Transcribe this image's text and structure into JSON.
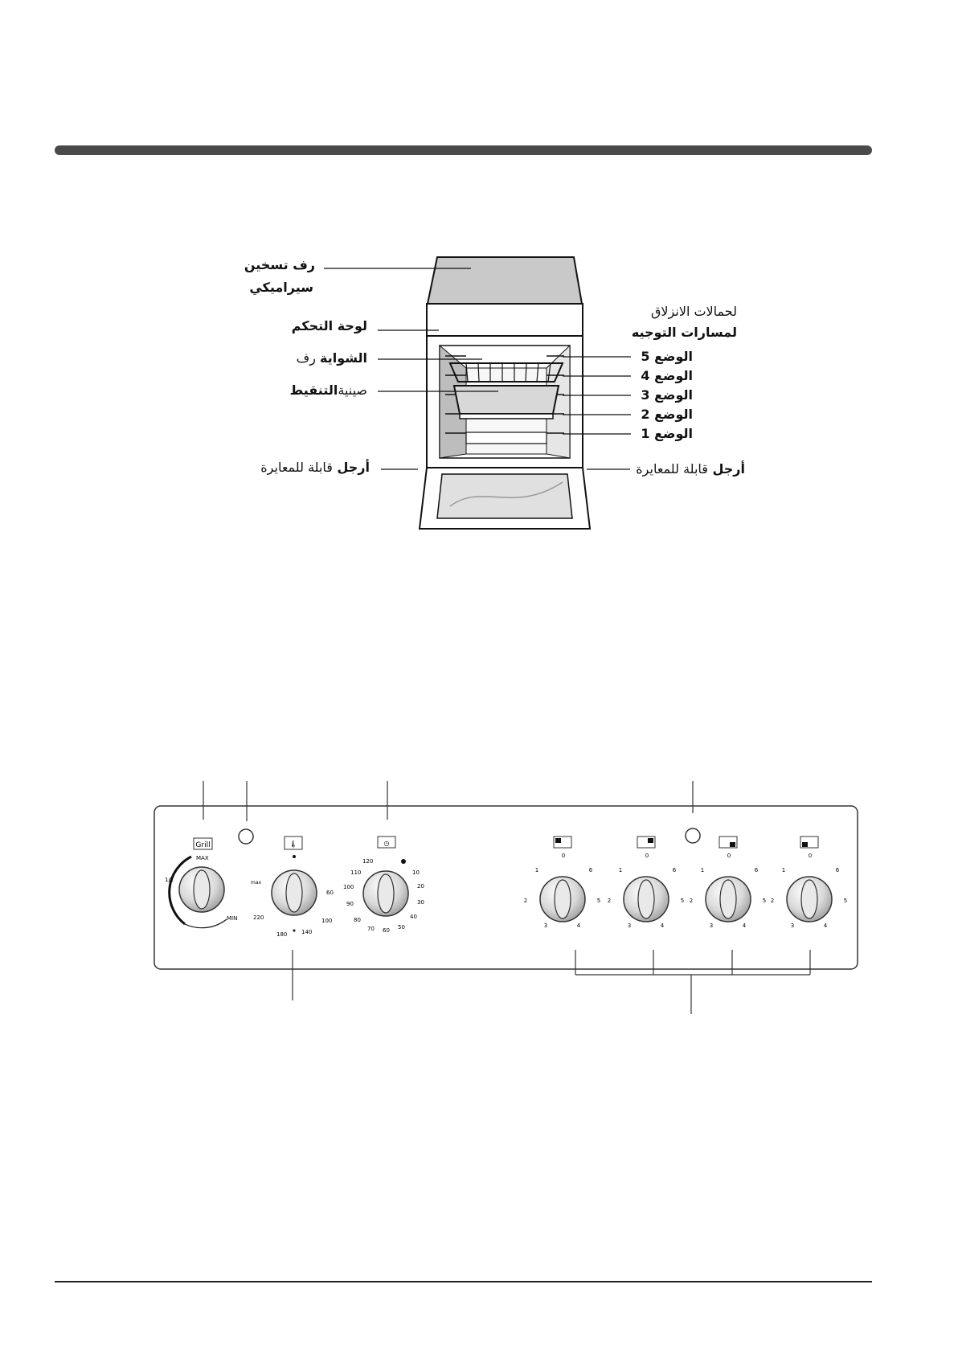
{
  "oven_labels": {
    "ceramic_shelf": {
      "part1": "رف",
      "part2": " تسخين",
      "part3": "سيراميكي"
    },
    "control_panel": "لوحة التحكم",
    "grill_shelf": {
      "bold": "الشواية",
      "normal": " رف"
    },
    "drip_tray": {
      "bold": "التنقيط",
      "normal": " صينية"
    },
    "adjustable_feet_left": {
      "normal": "قابلة للمعايرة",
      "bold": "أرجل "
    },
    "adjustable_feet_right": {
      "normal": "قابلة للمعايرة",
      "bold": "أرجل "
    },
    "slide_rails": {
      "line1": "لحمالات الانزلاق",
      "line2": "لمسارات التوجيه"
    },
    "positions": [
      "الوضع 5",
      "الوضع 4",
      "الوضع 3",
      "الوضع 2",
      "الوضع 1"
    ]
  },
  "control_panel": {
    "grill_label": "Grill",
    "grill_scale": {
      "max": "MAX",
      "half": "1/2",
      "min": "MIN"
    },
    "thermostat_scale": {
      "max": "max",
      "t220": "220",
      "t180": "180",
      "t140": "140",
      "t100": "100",
      "t60": "60"
    },
    "timer_scale": [
      "120",
      "110",
      "100",
      "90",
      "80",
      "70",
      "60",
      "50",
      "40",
      "30",
      "20",
      "10"
    ],
    "hob_scale": {
      "zero": "0",
      "one": "1",
      "two": "2",
      "three": "3",
      "four": "4",
      "five": "5",
      "six": "6"
    },
    "hob_knob_count": 4
  }
}
